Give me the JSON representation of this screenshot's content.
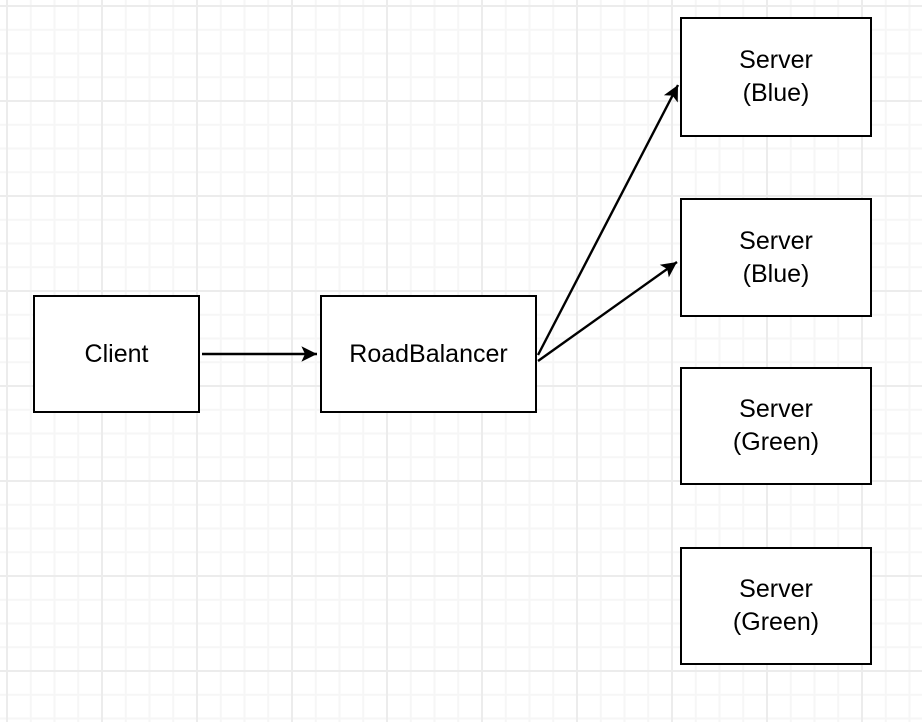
{
  "diagram": {
    "nodes": {
      "client": {
        "label": "Client"
      },
      "roadbalancer": {
        "label": "RoadBalancer"
      },
      "server_blue_1": {
        "line1": "Server",
        "line2": "(Blue)"
      },
      "server_blue_2": {
        "line1": "Server",
        "line2": "(Blue)"
      },
      "server_green_1": {
        "line1": "Server",
        "line2": "(Green)"
      },
      "server_green_2": {
        "line1": "Server",
        "line2": "(Green)"
      }
    },
    "edges": [
      {
        "from": "client",
        "to": "roadbalancer",
        "arrowhead": "classic"
      },
      {
        "from": "roadbalancer",
        "to": "server_blue_1",
        "arrowhead": "classic"
      },
      {
        "from": "roadbalancer",
        "to": "server_blue_2",
        "arrowhead": "classic"
      }
    ],
    "colors": {
      "node_stroke": "#000000",
      "node_fill": "#ffffff",
      "edge_stroke": "#000000",
      "text": "#000000",
      "grid_minor": "#f6f6f6",
      "grid_major": "#ececec",
      "background": "#ffffff"
    }
  }
}
